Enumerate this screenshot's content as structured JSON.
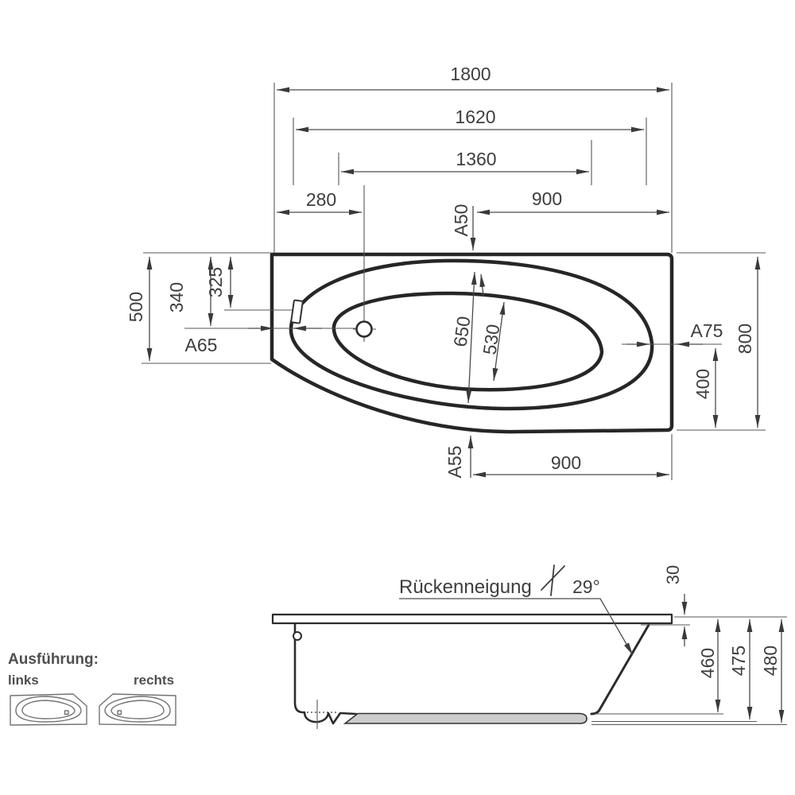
{
  "top_view": {
    "dim_length_total": "1800",
    "dim_length_inner": "1620",
    "dim_length_basin": "1360",
    "dim_280": "280",
    "dim_900_top": "900",
    "code_a50": "A50",
    "dim_500": "500",
    "dim_340": "340",
    "dim_325": "325",
    "code_a65": "A65",
    "dim_650": "650",
    "dim_530": "530",
    "code_a55": "A55",
    "dim_900_bottom": "900",
    "code_a75": "A75",
    "dim_400": "400",
    "dim_width_total": "800"
  },
  "side_view": {
    "back_slope_label": "Rückenneigung",
    "back_slope_angle": "29°",
    "dim_rim_30": "30",
    "dim_460": "460",
    "dim_475": "475",
    "dim_480": "480"
  },
  "legend": {
    "title": "Ausführung:",
    "left_label": "links",
    "right_label": "rechts"
  },
  "colors": {
    "outline": "#262626",
    "dim_line": "#4a4a4a",
    "text": "#3e3e3e",
    "legend_text": "#4f4f4f",
    "base_fill": "#cccccc",
    "background": "#ffffff"
  }
}
